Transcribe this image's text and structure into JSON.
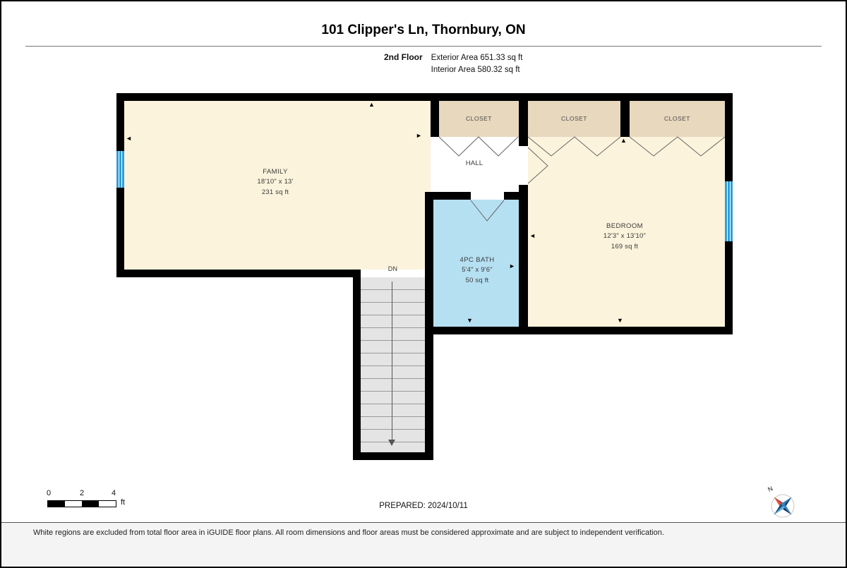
{
  "page": {
    "title": "101 Clipper's Ln, Thornbury, ON"
  },
  "floor_info": {
    "floor_label": "2nd Floor",
    "exterior_area": "Exterior Area 651.33 sq ft",
    "interior_area": "Interior Area 580.32 sq ft"
  },
  "rooms": {
    "family": {
      "name": "FAMILY",
      "dims": "18'10\" x 13'",
      "area": "231 sq ft"
    },
    "bedroom": {
      "name": "BEDROOM",
      "dims": "12'3\" x 13'10\"",
      "area": "169 sq ft"
    },
    "bath": {
      "name": "4PC BATH",
      "dims": "5'4\" x 9'6\"",
      "area": "50 sq ft"
    },
    "hall": {
      "name": "HALL"
    },
    "closet1": {
      "name": "CLOSET"
    },
    "closet2": {
      "name": "CLOSET"
    },
    "closet3": {
      "name": "CLOSET"
    },
    "stairs": {
      "label": "DN"
    }
  },
  "icons": {
    "arrow_up": "▲",
    "arrow_down": "▼",
    "arrow_left": "◄",
    "arrow_right": "►"
  },
  "scale_bar": {
    "tick0": "0",
    "tick1": "2",
    "tick2": "4",
    "unit": "ft"
  },
  "footer": {
    "prepared": "PREPARED: 2024/10/11",
    "compass_label": "N",
    "disclaimer": "White regions are excluded from total floor area in iGUIDE floor plans. All room dimensions and floor areas must be considered approximate and are subject to independent verification."
  },
  "colors": {
    "room_fill": "#FBF3DB",
    "closet_fill": "#E7D8BE",
    "bath_fill": "#B5E0F2",
    "stairs_fill": "#E4E4E4",
    "wall": "#000000",
    "window_blue": "#2D9FD8"
  }
}
